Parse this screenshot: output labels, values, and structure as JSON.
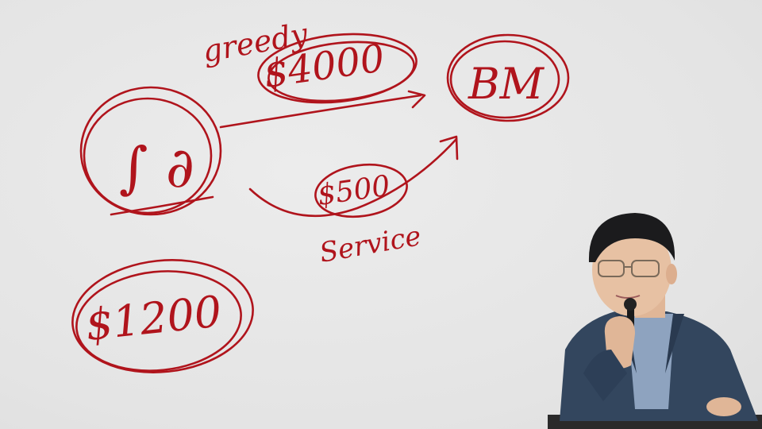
{
  "board": {
    "ink_color": "#b0141c",
    "background_color": "#e6e6e6",
    "labels": {
      "greedy": "greedy",
      "amount_top": "$4000",
      "target": "BM",
      "amount_mid": "$500",
      "service": "Service",
      "amount_bottom": "$1200",
      "person_glyph": "∫ ∂"
    }
  },
  "presenter": {
    "jacket_color": "#33465e",
    "shirt_color": "#8ea3bf",
    "hair_color": "#1b1b1d",
    "skin_color": "#e7c1a3"
  }
}
